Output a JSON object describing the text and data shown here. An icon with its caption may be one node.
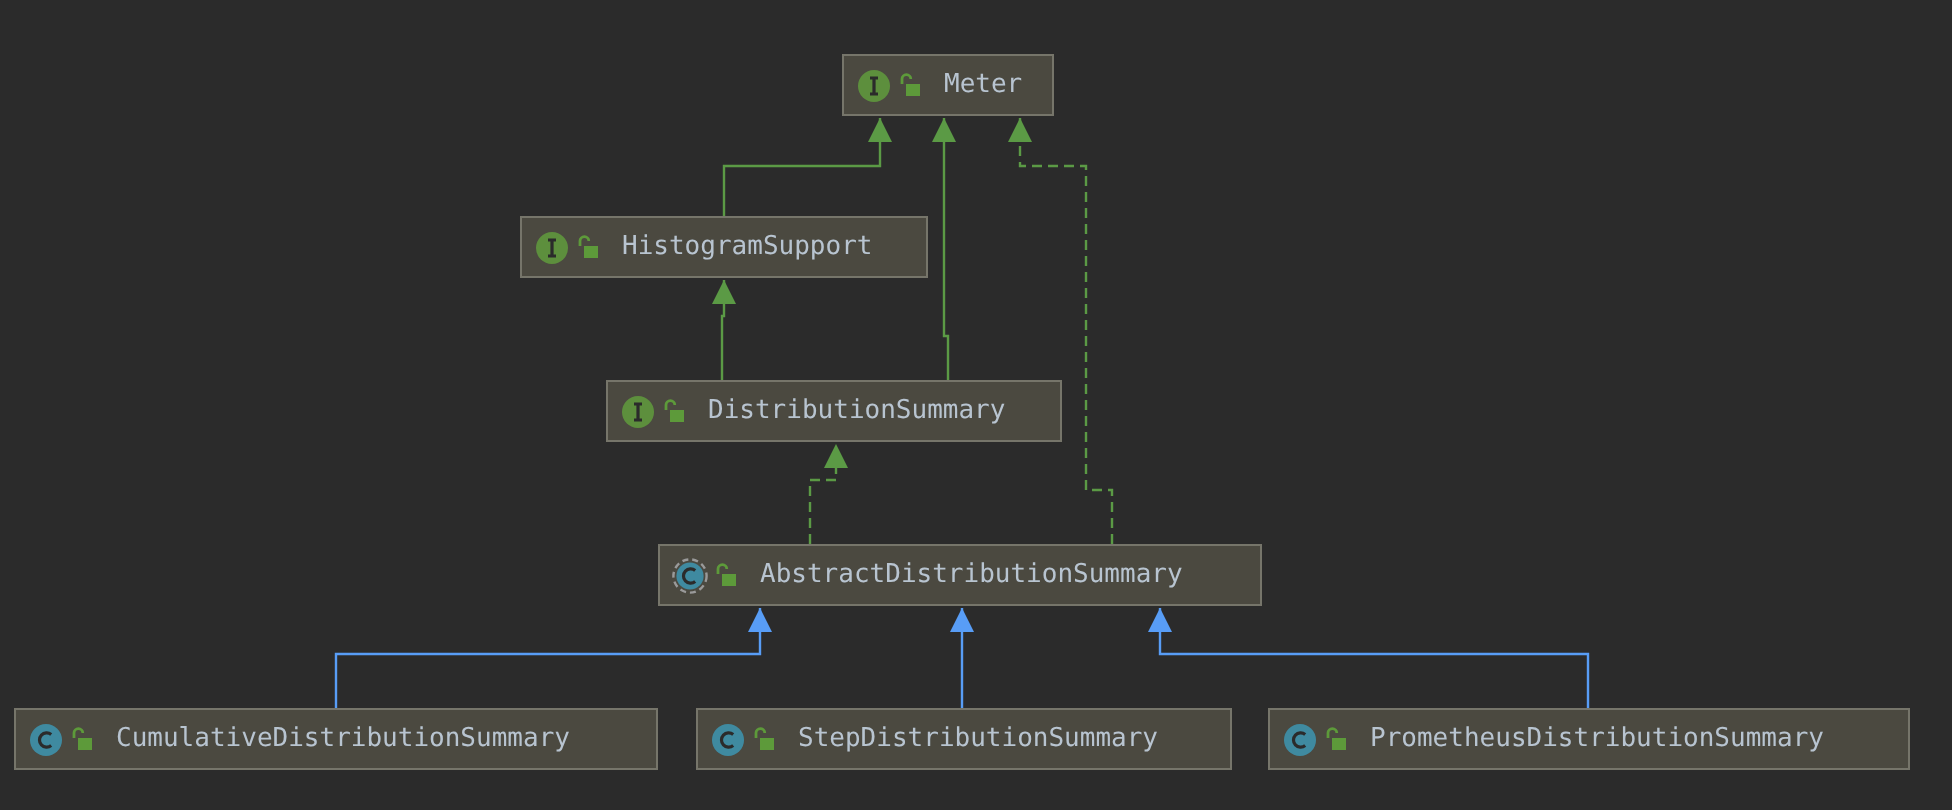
{
  "diagram": {
    "nodes": [
      {
        "text": [
          "Meter"
        ]
      },
      {
        "text": [
          "HistogramSupport"
        ]
      },
      {
        "text": [
          "DistributionSummary"
        ]
      },
      {
        "text": [
          "AbstractDistributionSummary"
        ]
      },
      {
        "text": [
          "CumulativeDistributionSummary"
        ]
      },
      {
        "text": [
          "StepDistributionSummary"
        ]
      },
      {
        "text": [
          "PrometheusDistributionSummary"
        ]
      }
    ],
    "edges": [
      {
        "from": 1,
        "to": 0,
        "arrow": "to"
      },
      {
        "from": 2,
        "to": 0,
        "arrow": "to"
      },
      {
        "from": 2,
        "to": 1,
        "arrow": "to"
      },
      {
        "from": 3,
        "to": 2,
        "arrow": "to",
        "style": "dashed"
      },
      {
        "from": 3,
        "to": 0,
        "arrow": "to",
        "style": "dashed"
      },
      {
        "from": 4,
        "to": 3,
        "arrow": "to",
        "color": "#589df6"
      },
      {
        "from": 5,
        "to": 3,
        "arrow": "to",
        "color": "#589df6"
      },
      {
        "from": 6,
        "to": 3,
        "arrow": "to",
        "color": "#589df6"
      }
    ]
  }
}
